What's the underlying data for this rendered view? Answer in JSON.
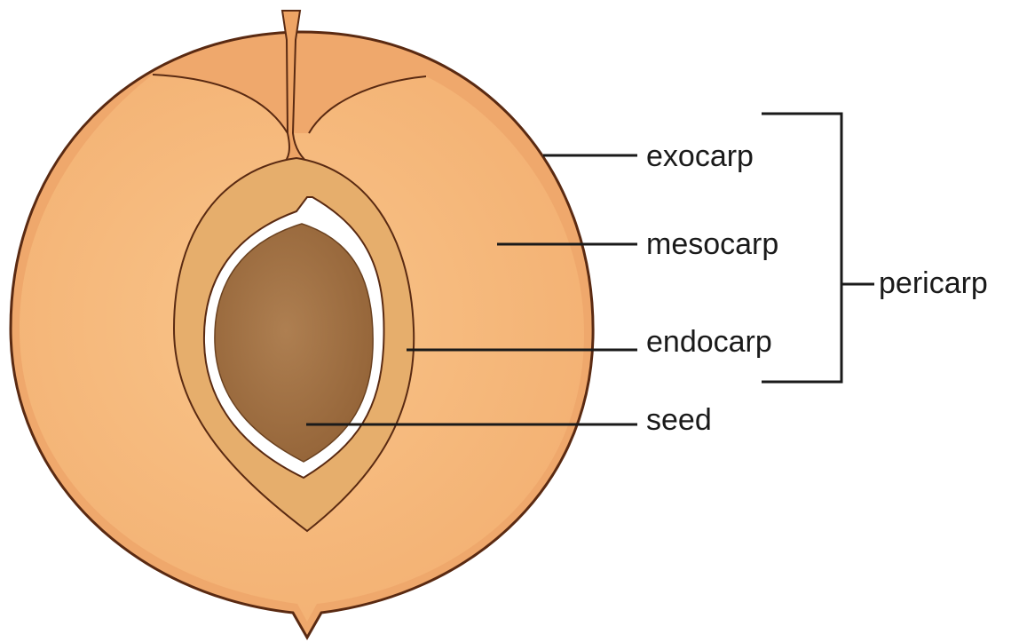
{
  "diagram": {
    "labels": {
      "exocarp": "exocarp",
      "mesocarp": "mesocarp",
      "endocarp": "endocarp",
      "seed": "seed",
      "pericarp": "pericarp"
    },
    "colors": {
      "background": "#ffffff",
      "skin_outline": "#5a2a12",
      "exocarp_fill": "#efa86c",
      "mesocarp_fill": "#f7bd7f",
      "endocarp_fill": "#e6ae6c",
      "seed_coat_gap": "#ffffff",
      "seed_fill": "#a8784a",
      "line_color": "#1a1a1a"
    }
  }
}
